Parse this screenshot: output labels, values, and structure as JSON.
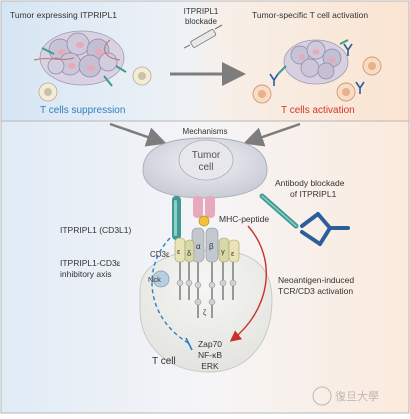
{
  "top": {
    "left_title": "Tumor expressing ITPRIPL1",
    "blockade_line1": "ITPRIPL1",
    "blockade_line2": "blockade",
    "right_title": "Tumor-specific T cell activation",
    "suppression": "T cells suppression",
    "activation": "T cells activation"
  },
  "mechanisms": {
    "title": "Mechanisms",
    "tumor_line1": "Tumor",
    "tumor_line2": "cell",
    "antibody_line1": "Antibody blockade",
    "antibody_line2": "of ITPRIPL1",
    "itpripl1": "ITPRIPL1 (CD3L1)",
    "mhc": "MHC-peptide",
    "alpha": "α",
    "beta": "β",
    "eps_left": "ε",
    "delta": "δ",
    "gamma": "γ",
    "eps_right": "ε",
    "zeta": "ζ",
    "cd3e": "CD3ε",
    "nck": "Nck",
    "axis_line1": "ITPRIPL1-CD3ε",
    "axis_line2": "inhibitory axis",
    "neo_line1": "Neoantigen-induced",
    "neo_line2": "TCR/CD3 activation",
    "zap70": "Zap70",
    "nfkb": "NF-κB",
    "erk": "ERK",
    "tcell": "T cell"
  },
  "watermark": "復旦大學",
  "colors": {
    "suppression_text": "#2f7fc1",
    "activation_text": "#d8352b",
    "left_panel": "#dbe8f5",
    "right_panel": "#fbe6d5",
    "itpripl1_teal": "#3f9a94",
    "mhc_pink": "#e7a9bd",
    "antibody_blue": "#2d5e9c",
    "tcr_grey": "#c3c8cf",
    "cd3_yellow": "#e9e3b5"
  }
}
